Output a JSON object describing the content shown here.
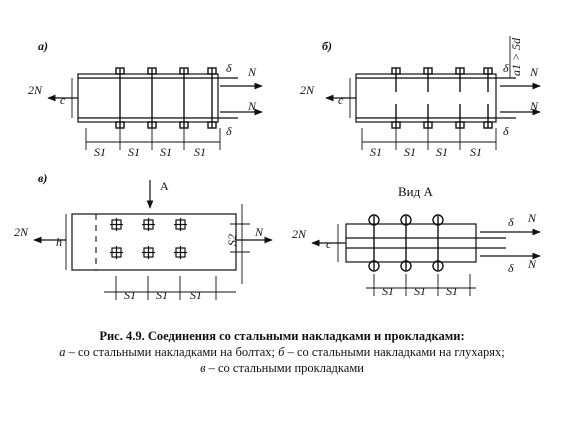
{
  "panels": {
    "a": {
      "tag": "а)",
      "force_left": "2N",
      "force_right": "N",
      "dim_c": "c",
      "dim_delta": "δ",
      "spacing_labels": [
        "S1",
        "S1",
        "S1",
        "S1"
      ]
    },
    "b": {
      "tag": "б)",
      "force_left": "2N",
      "force_right": "N",
      "dim_c": "c",
      "dim_delta": "δ",
      "dim_a": "a1 > 5d",
      "spacing_labels": [
        "S1",
        "S1",
        "S1",
        "S1"
      ]
    },
    "c": {
      "tag": "в)",
      "force_left": "2N",
      "force_right": "N",
      "dim_h": "h",
      "dim_s2": "S2",
      "view_arrow": "A",
      "spacing_labels": [
        "S1",
        "S1",
        "S1"
      ]
    },
    "d": {
      "title": "Вид А",
      "force_left": "2N",
      "force_right": "N",
      "dim_c": "c",
      "dim_delta": "δ",
      "spacing_labels": [
        "S1",
        "S1",
        "S1"
      ]
    }
  },
  "caption": {
    "title": "Рис. 4.9. Соединения со стальными накладками и прокладками:",
    "line2_a_letter": "а",
    "line2_a_text": " – со стальными накладками на болтах; ",
    "line2_b_letter": "б",
    "line2_b_text": " – со стальными накладками на глухарях;",
    "line3_c_letter": "в",
    "line3_c_text": " – со стальными прокладками"
  }
}
